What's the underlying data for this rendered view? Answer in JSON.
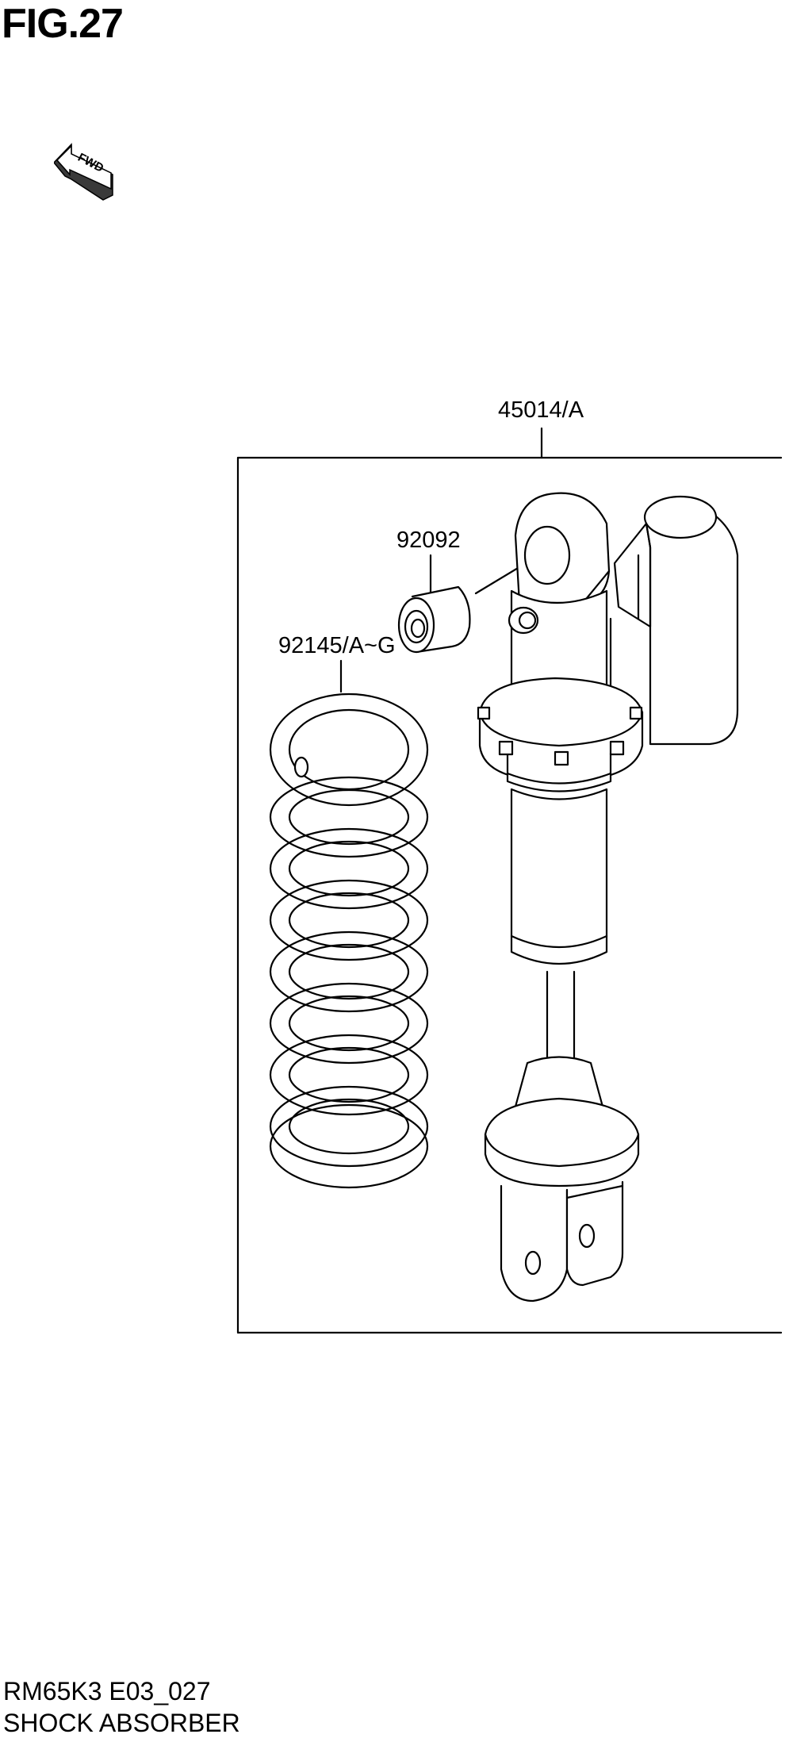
{
  "figure": {
    "title": "FIG.27"
  },
  "direction_marker": {
    "label": "FWD",
    "icon": "forward-arrow-icon"
  },
  "callouts": {
    "assembly": "45014/A",
    "bushing": "92092",
    "spring": "92145/A~G"
  },
  "footer": {
    "code": "RM65K3 E03_027",
    "name": "SHOCK ABSORBER"
  }
}
